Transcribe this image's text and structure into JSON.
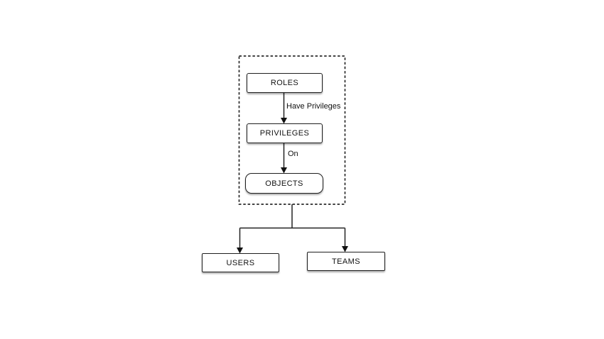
{
  "colors": {
    "background": "#ffffff",
    "line": "#222222",
    "box_border": "#1f1f1f",
    "text": "#111111"
  },
  "nodes": [
    {
      "id": "roles",
      "label": "ROLES"
    },
    {
      "id": "privileges",
      "label": "PRIVILEGES"
    },
    {
      "id": "objects",
      "label": "OBJECTS"
    },
    {
      "id": "users",
      "label": "USERS"
    },
    {
      "id": "teams",
      "label": "TEAMS"
    }
  ],
  "edges": [
    {
      "from": "ROLES",
      "to": "PRIVILEGES",
      "label": "Have Privileges"
    },
    {
      "from": "PRIVILEGES",
      "to": "OBJECTS",
      "label": "On"
    },
    {
      "from": "group",
      "to": "USERS",
      "label": ""
    },
    {
      "from": "group",
      "to": "TEAMS",
      "label": ""
    }
  ],
  "group": {
    "contains": [
      "ROLES",
      "PRIVILEGES",
      "OBJECTS"
    ],
    "border_style": "dashed"
  }
}
